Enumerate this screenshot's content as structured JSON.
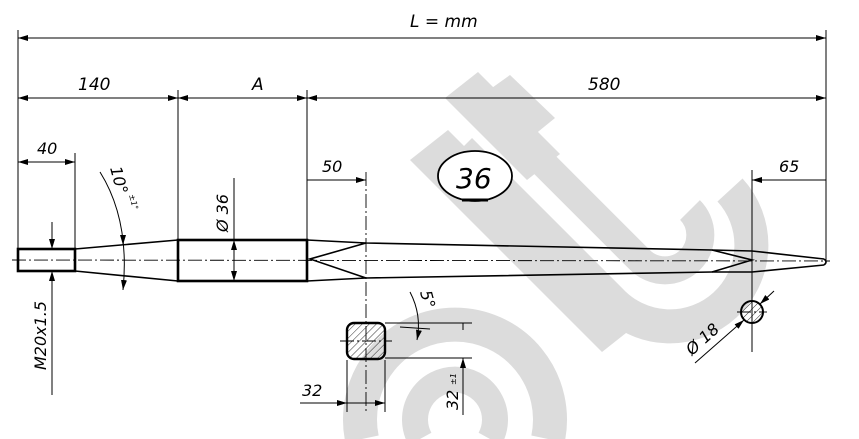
{
  "drawing": {
    "total_length_label": "L = mm",
    "segment_labels": {
      "thread_section": "140",
      "cylinder_section": "A",
      "blade_section": "580"
    },
    "thread_length": "40",
    "transition_length": "50",
    "tip_length": "65",
    "taper_angle": "10°",
    "taper_angle_tolerance": "±1°",
    "cylinder_diameter": "Ø 36",
    "thread_spec": "M20x1.5",
    "section_width": "32",
    "section_height": "32",
    "section_height_tolerance": "±1",
    "section_angle": "5°",
    "tip_diameter": "Ø 18",
    "part_number": "36"
  },
  "colors": {
    "line": "#000000",
    "watermark": "#dcdcdc"
  }
}
